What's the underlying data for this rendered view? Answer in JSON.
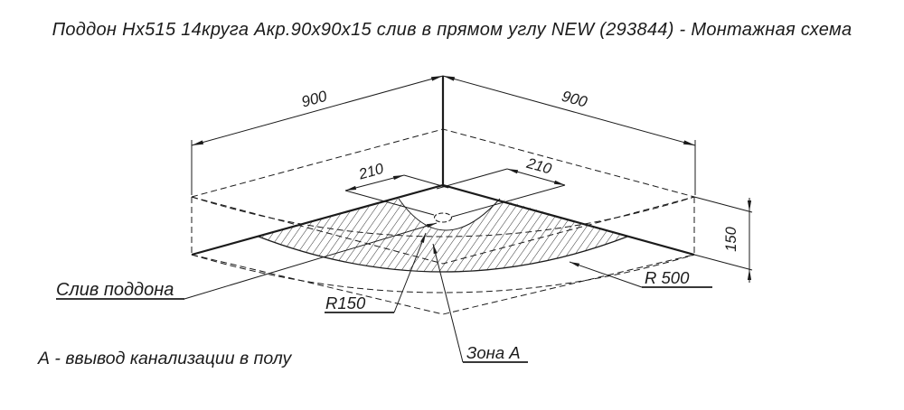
{
  "page": {
    "background": "#ffffff",
    "line_color": "#1b1b1b"
  },
  "header": {
    "title": "Поддон Hx515 14круга Акр.90x90x15 слив в прямом углу NEW (293844) - Монтажная схема"
  },
  "footnote": {
    "text": "А - ввывод канализации в полу"
  },
  "drawing": {
    "dimensions": {
      "width_left": "900",
      "width_right": "900",
      "drain_offset_left": "210",
      "drain_offset_right": "210",
      "height": "150"
    },
    "labels": {
      "drain": "Слив поддона",
      "radius_inner": "R150",
      "radius_outer": "R 500",
      "zone": "Зона А"
    }
  }
}
